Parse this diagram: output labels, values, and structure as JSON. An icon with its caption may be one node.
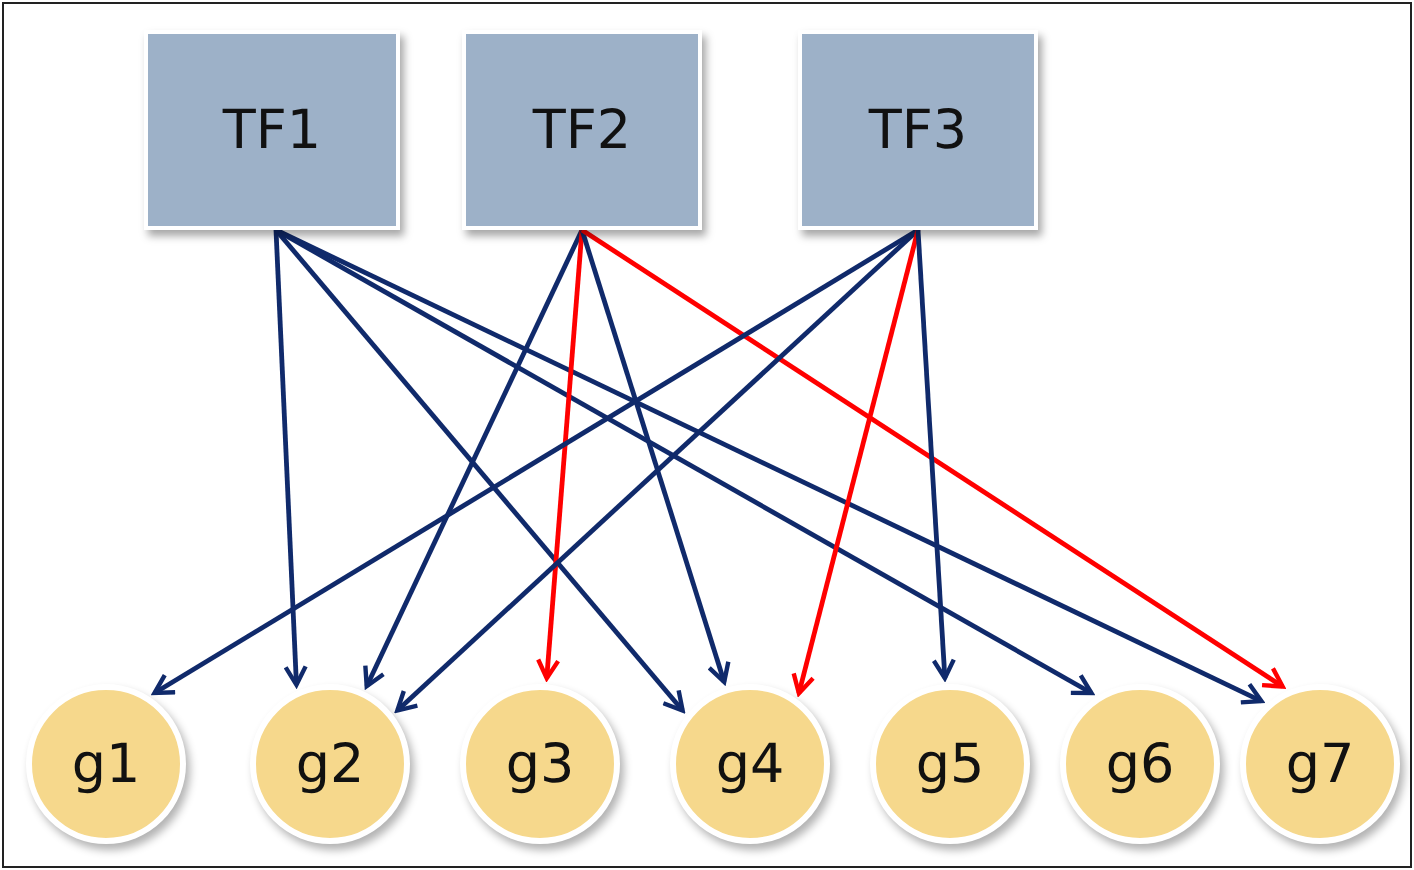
{
  "diagram": {
    "nodes": [
      {
        "text": [
          "TF1"
        ]
      },
      {
        "text": [
          "TF2"
        ]
      },
      {
        "text": [
          "TF3"
        ]
      },
      {
        "text": [
          "g1"
        ]
      },
      {
        "text": [
          "g2"
        ]
      },
      {
        "text": [
          "g3"
        ]
      },
      {
        "text": [
          "g4"
        ]
      },
      {
        "text": [
          "g5"
        ]
      },
      {
        "text": [
          "g6"
        ]
      },
      {
        "text": [
          "g7"
        ]
      }
    ],
    "edges": [
      {
        "from": 0,
        "to": 4,
        "arrow": "to"
      },
      {
        "from": 0,
        "to": 6,
        "arrow": "to"
      },
      {
        "from": 0,
        "to": 8,
        "arrow": "to"
      },
      {
        "from": 0,
        "to": 9,
        "arrow": "to"
      },
      {
        "from": 1,
        "to": 4,
        "arrow": "to"
      },
      {
        "from": 1,
        "to": 5,
        "arrow": "to",
        "color": "#ff0000"
      },
      {
        "from": 1,
        "to": 6,
        "arrow": "to"
      },
      {
        "from": 1,
        "to": 9,
        "arrow": "to",
        "color": "#ff0000"
      },
      {
        "from": 2,
        "to": 3,
        "arrow": "to"
      },
      {
        "from": 2,
        "to": 4,
        "arrow": "to"
      },
      {
        "from": 2,
        "to": 6,
        "arrow": "to",
        "color": "#ff0000"
      },
      {
        "from": 2,
        "to": 7,
        "arrow": "to"
      }
    ]
  }
}
